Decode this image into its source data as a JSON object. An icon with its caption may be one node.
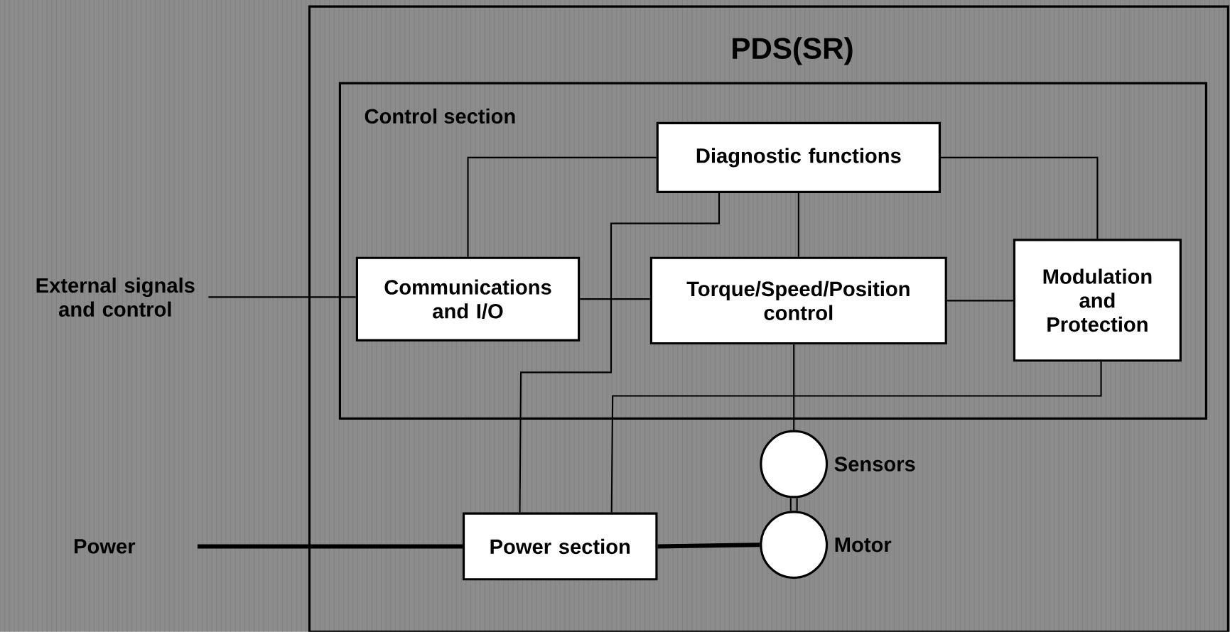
{
  "diagram": {
    "nodes": [
      {
        "text": [
          "PDS(SR)"
        ]
      },
      {
        "text": [
          "Control section"
        ],
        "in": 0
      },
      {
        "text": [
          "Diagnostic functions"
        ],
        "in": 1
      },
      {
        "text": [
          "Communications and I/O"
        ],
        "in": 1
      },
      {
        "text": [
          "Torque/Speed/Position control"
        ],
        "in": 1
      },
      {
        "text": [
          "Modulation and Protection"
        ],
        "in": 1
      },
      {
        "text": [],
        "shape": "circle",
        "beside": [
          "Sensors"
        ],
        "in": 0
      },
      {
        "text": [
          "Power section"
        ],
        "in": 0
      },
      {
        "text": [],
        "shape": "circle",
        "beside": [
          "Motor"
        ],
        "in": 0
      },
      {
        "text": [
          "External signals and control"
        ]
      },
      {
        "text": [
          "Power"
        ]
      }
    ],
    "edges": [
      {
        "from": 9,
        "to": 3,
        "arrow": "none"
      },
      {
        "from": 2,
        "to": 3,
        "arrow": "none"
      },
      {
        "from": 2,
        "to": 5,
        "arrow": "none"
      },
      {
        "from": 2,
        "to": 4,
        "arrow": "none"
      },
      {
        "from": 2,
        "to": 7,
        "arrow": "none"
      },
      {
        "from": 3,
        "to": 4,
        "arrow": "none"
      },
      {
        "from": 4,
        "to": 5,
        "arrow": "none"
      },
      {
        "from": 4,
        "to": 6,
        "arrow": "none"
      },
      {
        "from": 5,
        "to": 7,
        "arrow": "none"
      },
      {
        "from": 6,
        "to": 8,
        "arrow": "none"
      },
      {
        "from": 10,
        "to": 7,
        "arrow": "none",
        "style": "thick"
      },
      {
        "from": 7,
        "to": 8,
        "arrow": "none",
        "style": "thick"
      }
    ]
  }
}
